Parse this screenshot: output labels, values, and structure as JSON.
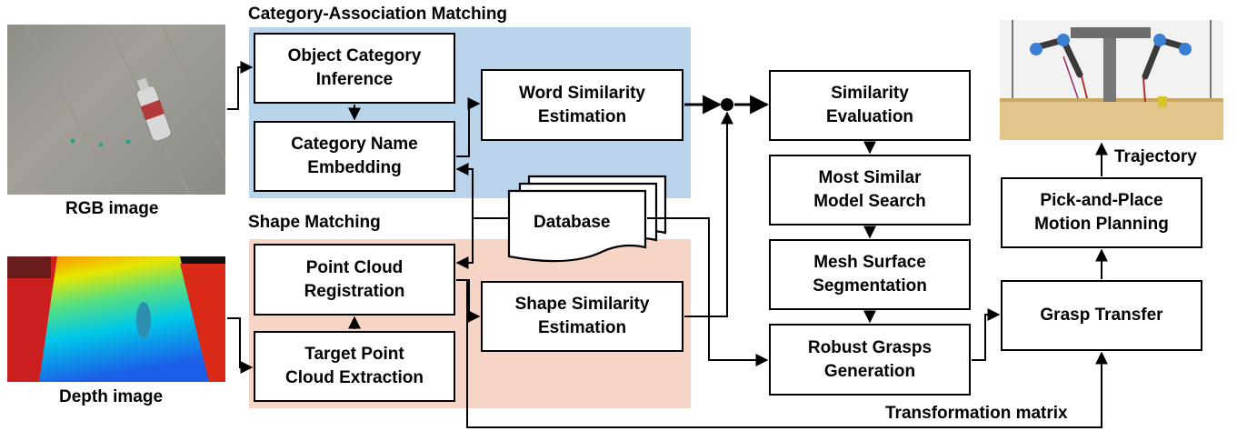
{
  "sections": {
    "category": {
      "title": "Category-Association Matching",
      "color": "#b9d4ea"
    },
    "shape": {
      "title": "Shape Matching",
      "color": "#f6d5c6"
    }
  },
  "images": {
    "rgb_caption": "RGB image",
    "depth_caption": "Depth image"
  },
  "boxes": {
    "object_category_inference": "Object Category\nInference",
    "category_name_embedding": "Category Name\nEmbedding",
    "word_similarity_estimation": "Word Similarity\nEstimation",
    "database": "Database",
    "point_cloud_registration": "Point Cloud\nRegistration",
    "target_point_cloud_extraction": "Target Point\nCloud Extraction",
    "shape_similarity_estimation": "Shape Similarity\nEstimation",
    "similarity_evaluation": "Similarity\nEvaluation",
    "most_similar_model_search": "Most Similar\nModel Search",
    "mesh_surface_segmentation": "Mesh Surface\nSegmentation",
    "robust_grasps_generation": "Robust Grasps\nGeneration",
    "grasp_transfer": "Grasp Transfer",
    "pick_and_place_motion_planning": "Pick-and-Place\nMotion Planning"
  },
  "labels": {
    "trajectory": "Trajectory",
    "transformation_matrix": "Transformation matrix"
  }
}
